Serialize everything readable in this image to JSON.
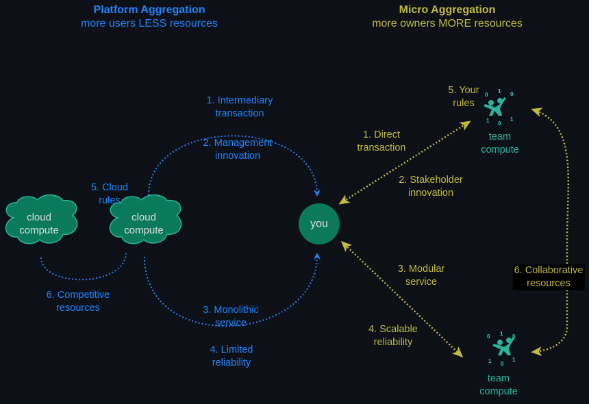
{
  "left_header": {
    "title": "Platform Aggregation",
    "subtitle": "more users LESS resources"
  },
  "right_header": {
    "title": "Micro Aggregation",
    "subtitle": "more owners MORE resources"
  },
  "colors": {
    "platform": "#1f84ff",
    "micro": "#c2b93e",
    "node_fill": "#0b7a5c",
    "node_stroke": "#2bb39b",
    "team": "#2bb39b",
    "background": "#0d1117"
  },
  "nodes": {
    "cloud_left": {
      "line1": "cloud",
      "line2": "compute"
    },
    "cloud_center": {
      "line1": "cloud",
      "line2": "compute"
    },
    "you": {
      "label": "you"
    },
    "team_top": {
      "line1": "team",
      "line2": "compute",
      "bits": [
        "0",
        "1",
        "0",
        "1",
        "0",
        "1"
      ],
      "icon": "team-people-icon"
    },
    "team_bottom": {
      "line1": "team",
      "line2": "compute",
      "bits": [
        "0",
        "1",
        "0",
        "1",
        "0",
        "1"
      ],
      "icon": "team-people-icon"
    }
  },
  "platform_labels": [
    {
      "line1": "1. Intermediary",
      "line2": "transaction"
    },
    {
      "line1": "2. Management",
      "line2": "innovation"
    },
    {
      "line1": "3. Monolithic",
      "line2": "service"
    },
    {
      "line1": "4. Limited",
      "line2": "reliability"
    },
    {
      "line1": "5. Cloud",
      "line2": "rules"
    },
    {
      "line1": "6. Competitive",
      "line2": "resources"
    }
  ],
  "micro_labels": [
    {
      "line1": "1. Direct",
      "line2": "transaction"
    },
    {
      "line1": "2. Stakeholder",
      "line2": "innovation"
    },
    {
      "line1": "3. Modular",
      "line2": "service"
    },
    {
      "line1": "4. Scalable",
      "line2": "reliability"
    },
    {
      "line1": "5. Your",
      "line2": "rules"
    },
    {
      "line1": "6. Collaborative",
      "line2": "resources"
    }
  ]
}
